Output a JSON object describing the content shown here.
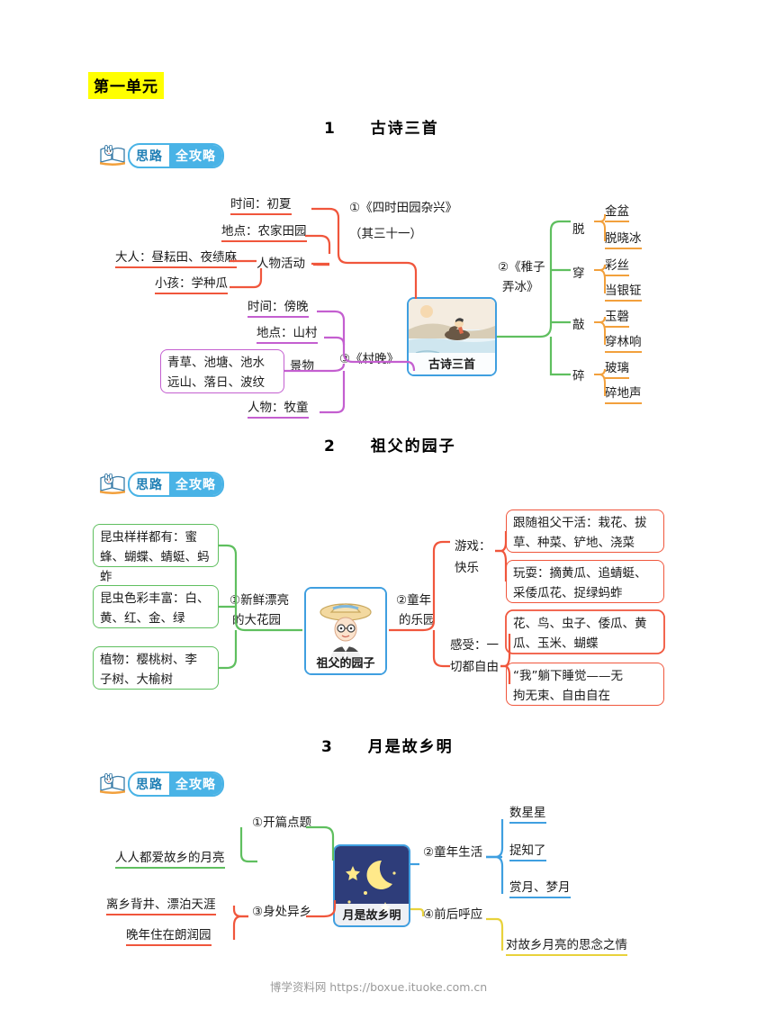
{
  "unit": {
    "badge": "第一单元"
  },
  "strategy_stamp": {
    "left": "思路",
    "right": "全攻略"
  },
  "footer": {
    "text": "博学资料网 https://boxue.ituoke.com.cn"
  },
  "sections": [
    {
      "number": "1",
      "title": "古诗三首",
      "center_caption": "古诗三首",
      "branches": {
        "b1_label": "①《四时田园杂兴》",
        "b1_label2": "（其三十一）",
        "b1_items": [
          "时间：初夏",
          "地点：农家田园",
          "人物活动",
          "大人：昼耘田、夜绩麻",
          "小孩：学种瓜"
        ],
        "b2_label": "②《稚子",
        "b2_label2": "弄冰》",
        "b2_pairs": [
          {
            "key": "脱",
            "values": [
              "金盆",
              "脱晓冰"
            ]
          },
          {
            "key": "穿",
            "values": [
              "彩丝",
              "当银钲"
            ]
          },
          {
            "key": "敲",
            "values": [
              "玉磬",
              "穿林响"
            ]
          },
          {
            "key": "碎",
            "values": [
              "玻璃",
              "碎地声"
            ]
          }
        ],
        "b3_label": "③《村晚》",
        "b3_items": [
          "时间：傍晚",
          "地点：山村",
          "景物",
          "青草、池塘、池水",
          "远山、落日、波纹",
          "人物：牧童"
        ]
      }
    },
    {
      "number": "2",
      "title": "祖父的园子",
      "center_caption": "祖父的园子",
      "branches": {
        "left_label": "①新鲜漂亮",
        "left_label2": "的大花园",
        "left_items": [
          "昆虫样样都有：蜜\n蜂、蝴蝶、蜻蜓、蚂蚱",
          "昆虫色彩丰富：白、\n黄、红、金、绿",
          "植物：樱桃树、李\n子树、大榆树"
        ],
        "right_label": "②童年",
        "right_label2": "的乐园",
        "right_groups": [
          {
            "key": "游戏：",
            "key2": "快乐",
            "items": [
              "跟随祖父干活：栽花、拔\n草、种菜、铲地、浇菜",
              "玩耍：摘黄瓜、追蜻蜓、\n采倭瓜花、捉绿蚂蚱"
            ]
          },
          {
            "key": "感受：一",
            "key2": "切都自由",
            "items": [
              "花、鸟、虫子、倭瓜、黄\n瓜、玉米、蝴蝶",
              "“我”躺下睡觉——无\n拘无束、自由自在"
            ]
          }
        ]
      }
    },
    {
      "number": "3",
      "title": "月是故乡明",
      "center_caption": "月是故乡明",
      "branches": {
        "left": [
          {
            "label": "①开篇点题",
            "text": "人人都爱故乡的月亮"
          },
          {
            "label": "③身处异乡",
            "text": "离乡背井、漂泊天涯"
          },
          {
            "label": "",
            "text": "晚年住在朗润园"
          }
        ],
        "right": [
          {
            "label": "②童年生活",
            "items": [
              "数星星",
              "捉知了",
              "赏月、梦月"
            ]
          },
          {
            "label": "④前后呼应",
            "items": [
              "对故乡月亮的思念之情"
            ]
          }
        ]
      }
    }
  ],
  "colors": {
    "red": "#f0563c",
    "green": "#5fbf5f",
    "blue": "#3f9fe0",
    "purple": "#c45fd0",
    "orange": "#f2a03c",
    "yellow": "#e8d23c",
    "highlight": "#ffff00"
  }
}
